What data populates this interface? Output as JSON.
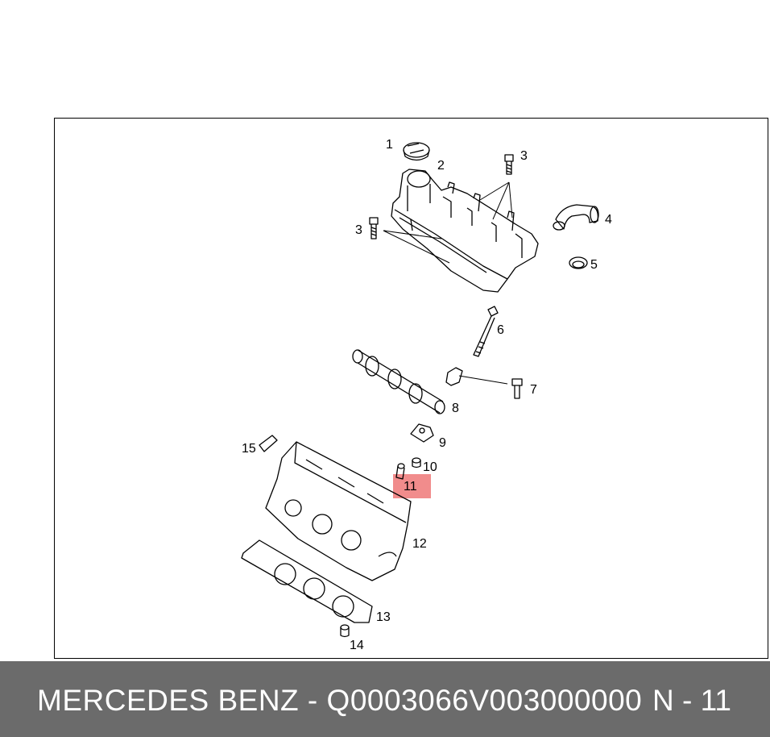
{
  "callouts": [
    "1",
    "2",
    "3",
    "3",
    "4",
    "5",
    "6",
    "7",
    "8",
    "9",
    "10",
    "11",
    "12",
    "13",
    "14",
    "15"
  ],
  "highlight": {
    "part": "11",
    "color": "#f08080"
  },
  "footer": {
    "left_text": "MERCEDES BENZ - Q0003066V003000000",
    "right_text": "N - 11",
    "background": "#6b6b6b"
  }
}
